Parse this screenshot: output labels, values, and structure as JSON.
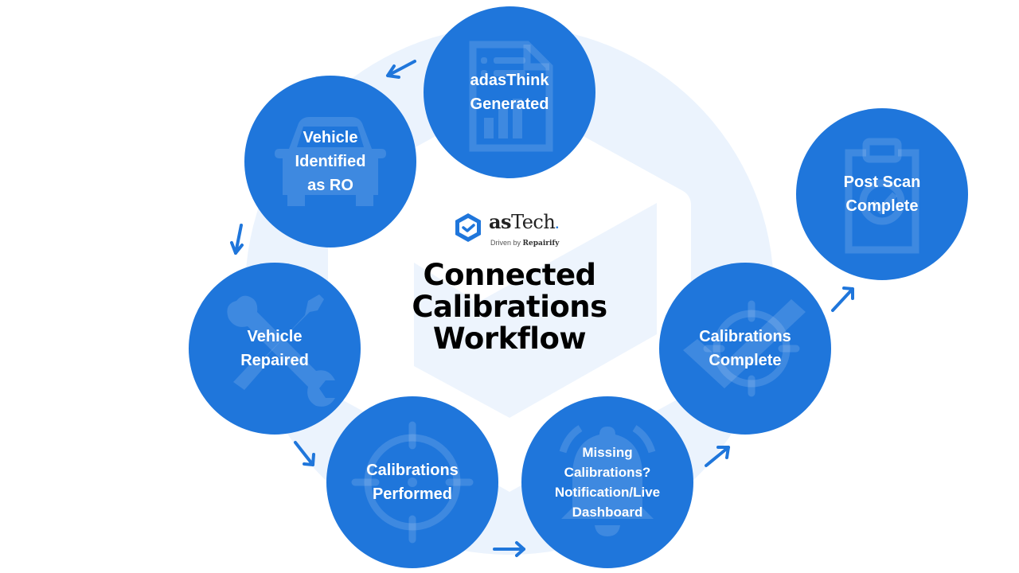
{
  "colors": {
    "circle_fill": "#1f76db",
    "watermark": "#ebf3fd",
    "arrow": "#1f76db",
    "title_text": "#000000",
    "label_text": "#ffffff"
  },
  "brand": {
    "name_bold": "as",
    "name_regular": "Tech",
    "trademark": ".",
    "tagline_prefix": "Driven by ",
    "tagline_brand": "Repairify",
    "logo_icon": "hexagon-check-icon"
  },
  "title": "Connected\nCalibrations\nWorkflow",
  "steps": [
    {
      "label": "adasThink\nGenerated",
      "icon": "report-document-icon"
    },
    {
      "label": "Vehicle\nIdentified\nas RO",
      "icon": "car-icon"
    },
    {
      "label": "Vehicle\nRepaired",
      "icon": "wrench-screwdriver-icon"
    },
    {
      "label": "Calibrations\nPerformed",
      "icon": "crosshair-target-icon"
    },
    {
      "label": "Missing\nCalibrations?\nNotification/Live\nDashboard",
      "icon": "bell-icon"
    },
    {
      "label": "Calibrations\nComplete",
      "icon": "target-check-icon"
    },
    {
      "label": "Post Scan\nComplete",
      "icon": "clipboard-check-icon"
    }
  ],
  "arrows": [
    {
      "from": "adasThink Generated",
      "to": "Vehicle Identified as RO"
    },
    {
      "from": "Vehicle Identified as RO",
      "to": "Vehicle Repaired"
    },
    {
      "from": "Vehicle Repaired",
      "to": "Calibrations Performed"
    },
    {
      "from": "Calibrations Performed",
      "to": "Missing Calibrations? Notification/Live Dashboard"
    },
    {
      "from": "Missing Calibrations? Notification/Live Dashboard",
      "to": "Calibrations Complete"
    },
    {
      "from": "Calibrations Complete",
      "to": "Post Scan Complete"
    }
  ]
}
